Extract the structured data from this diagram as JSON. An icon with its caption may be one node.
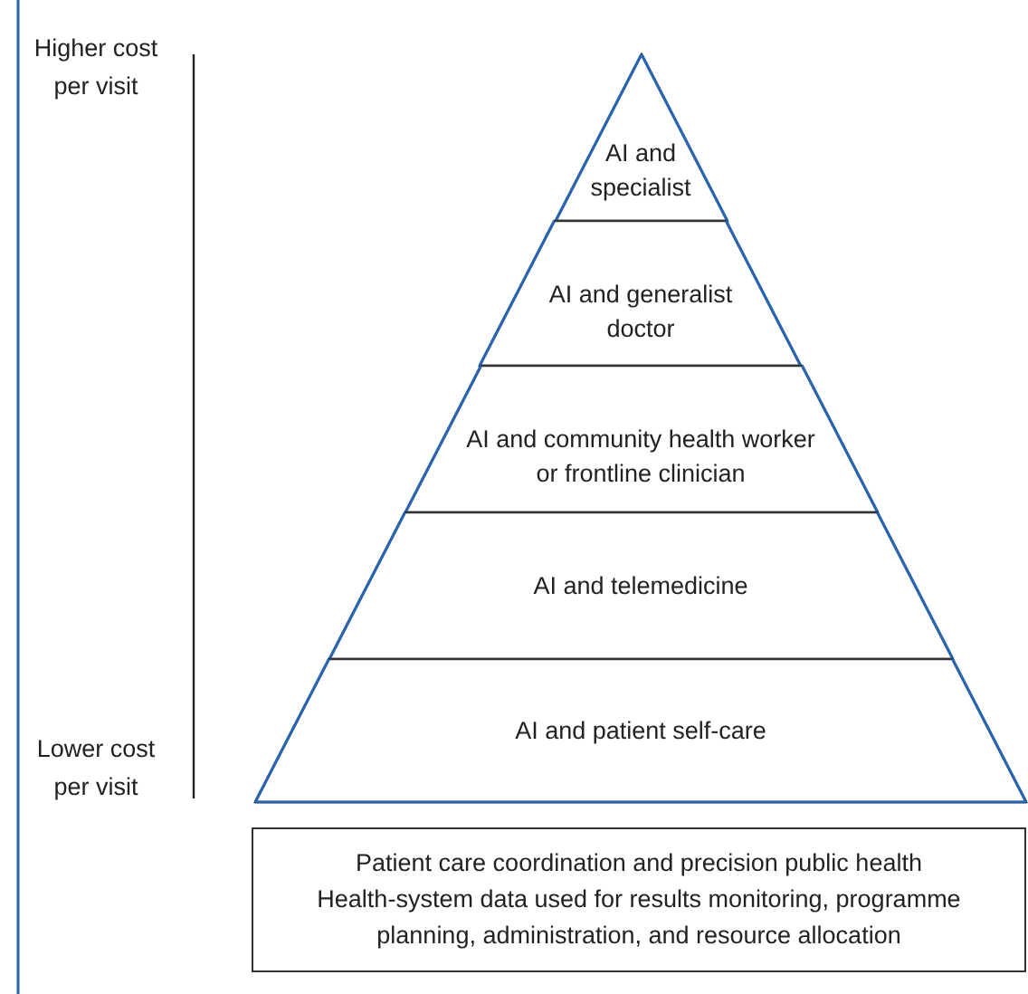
{
  "diagram": {
    "nodes": [
      {
        "text": [
          "AI and specialist"
        ]
      },
      {
        "text": [
          "AI and generalist doctor"
        ]
      },
      {
        "text": [
          "AI and community health worker or frontline clinician"
        ]
      },
      {
        "text": [
          "AI and telemedicine"
        ]
      },
      {
        "text": [
          "AI and patient self-care"
        ]
      },
      {
        "text": [
          "Patient care coordination and precision public health",
          "Health-system data used for results monitoring, programme planning, administration, and resource allocation"
        ]
      }
    ],
    "labels": [
      "Higher cost per visit",
      "Lower cost per visit"
    ]
  }
}
